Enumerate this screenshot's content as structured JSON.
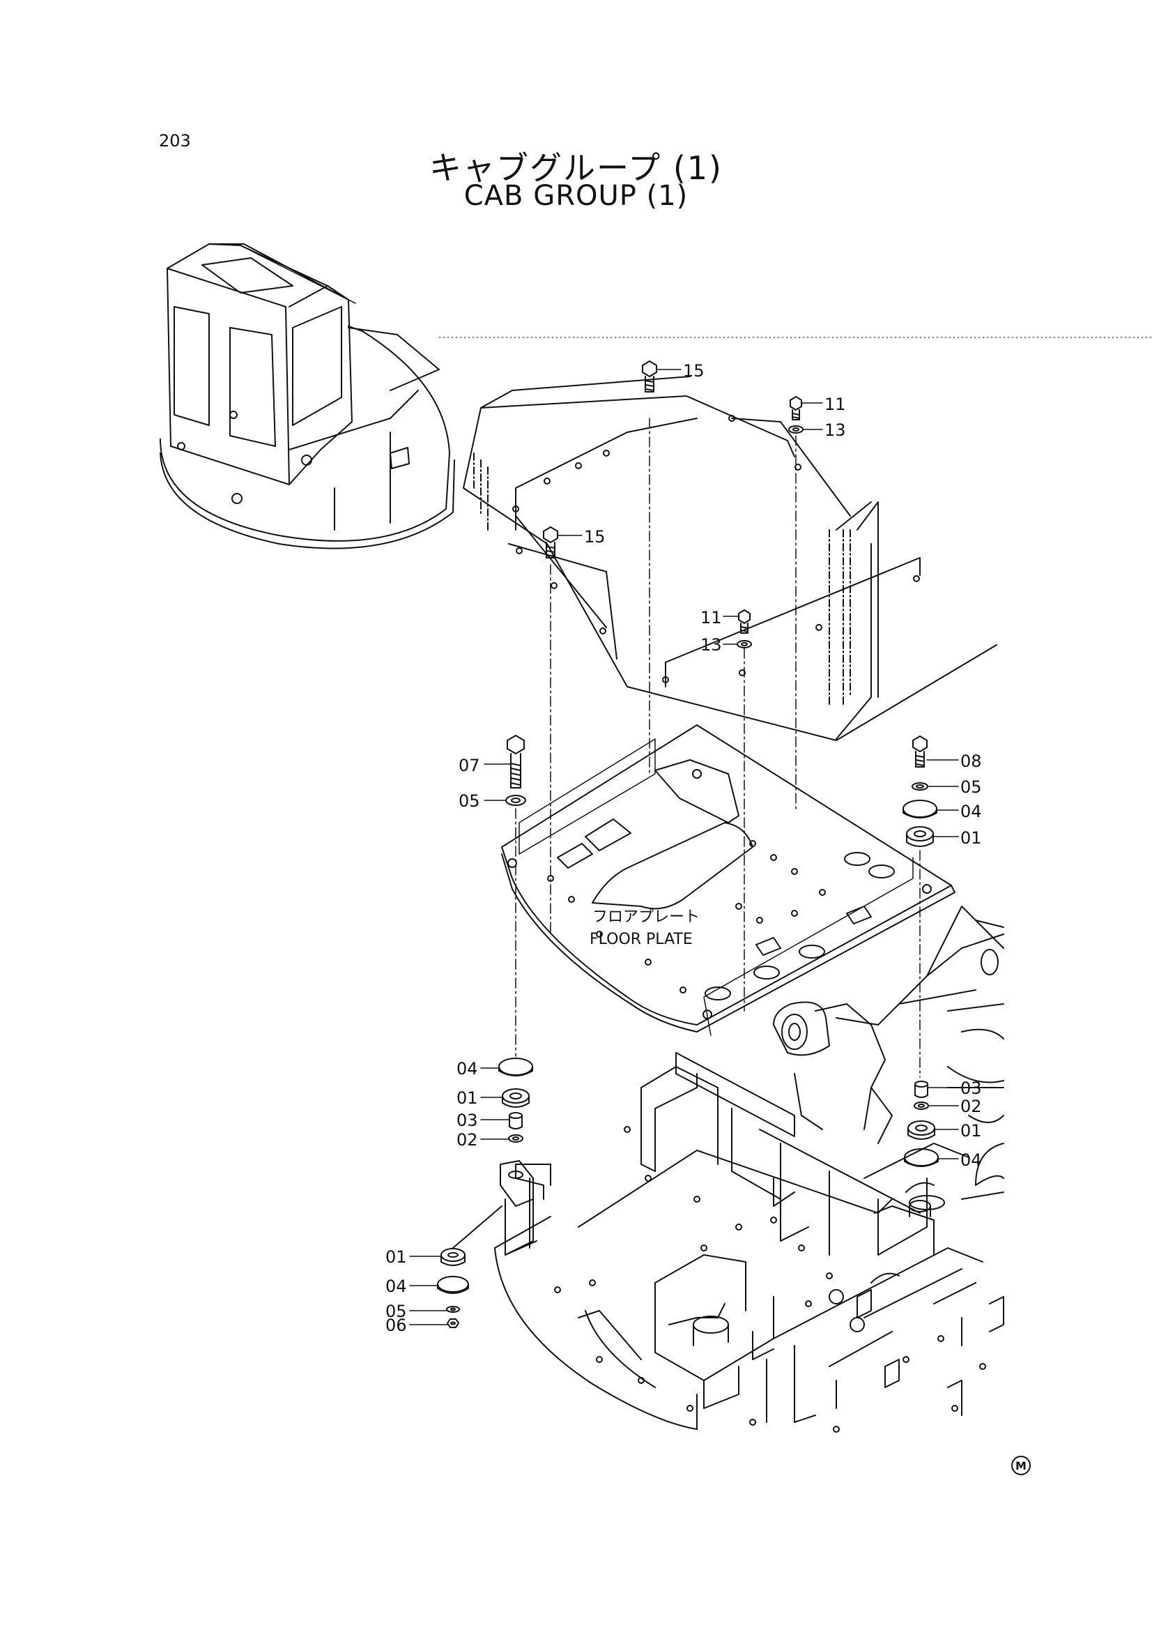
{
  "page_number": "203",
  "title_jp": "キャブグループ (1)",
  "title_en": "CAB GROUP (1)",
  "floor_plate_label_jp": "フロアプレート",
  "floor_plate_label_en": "FLOOR PLATE",
  "corner_mark": "M",
  "callouts": {
    "c15a": "15",
    "c11a": "11",
    "c13a": "13",
    "c15b": "15",
    "c11b": "11",
    "c13b": "13",
    "c07": "07",
    "c05a": "05",
    "c08": "08",
    "c05b": "05",
    "c04a": "04",
    "c01a": "01",
    "c04b": "04",
    "c01b": "01",
    "c03a": "03",
    "c02a": "02",
    "c03b": "03",
    "c02b": "02",
    "c01c": "01",
    "c04c": "04",
    "c01d": "01",
    "c04d": "04",
    "c05c": "05",
    "c06": "06"
  }
}
